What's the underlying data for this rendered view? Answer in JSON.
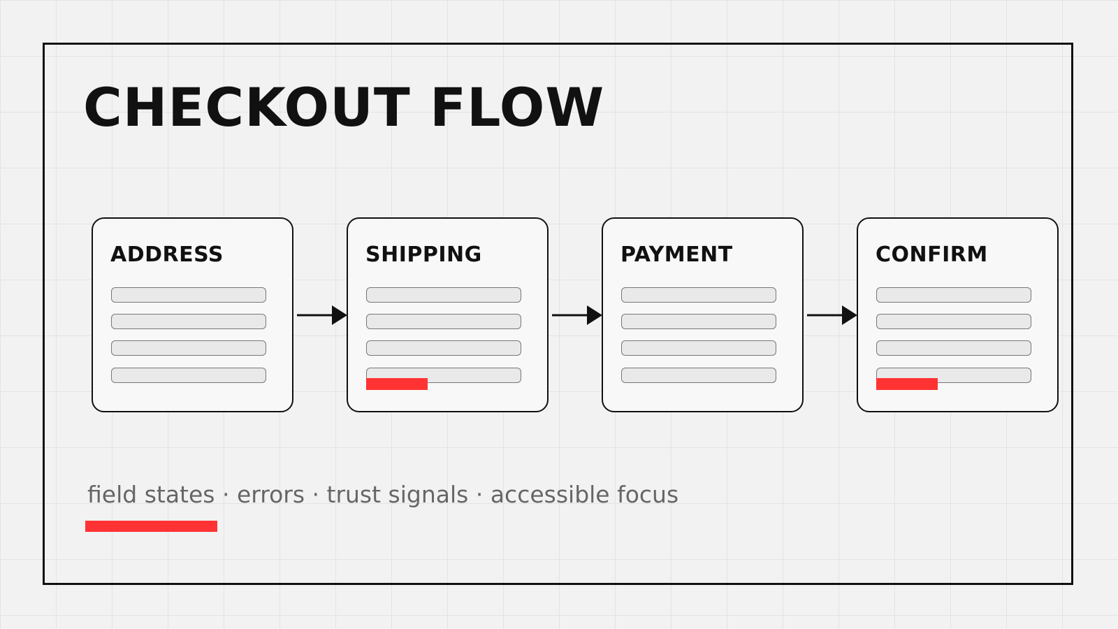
{
  "title": "CHECKOUT FLOW",
  "steps": [
    {
      "label": "ADDRESS",
      "has_error": false
    },
    {
      "label": "SHIPPING",
      "has_error": true
    },
    {
      "label": "PAYMENT",
      "has_error": false
    },
    {
      "label": "CONFIRM",
      "has_error": true
    }
  ],
  "caption": "field states · errors · trust signals · accessible focus",
  "colors": {
    "accent": "#ff3333",
    "ink": "#111111",
    "muted": "#666666",
    "background": "#f2f2f2",
    "card_fill": "#f8f8f8",
    "field_fill": "#e9e9e9"
  },
  "icons": {
    "connector": "arrow-right-icon"
  }
}
